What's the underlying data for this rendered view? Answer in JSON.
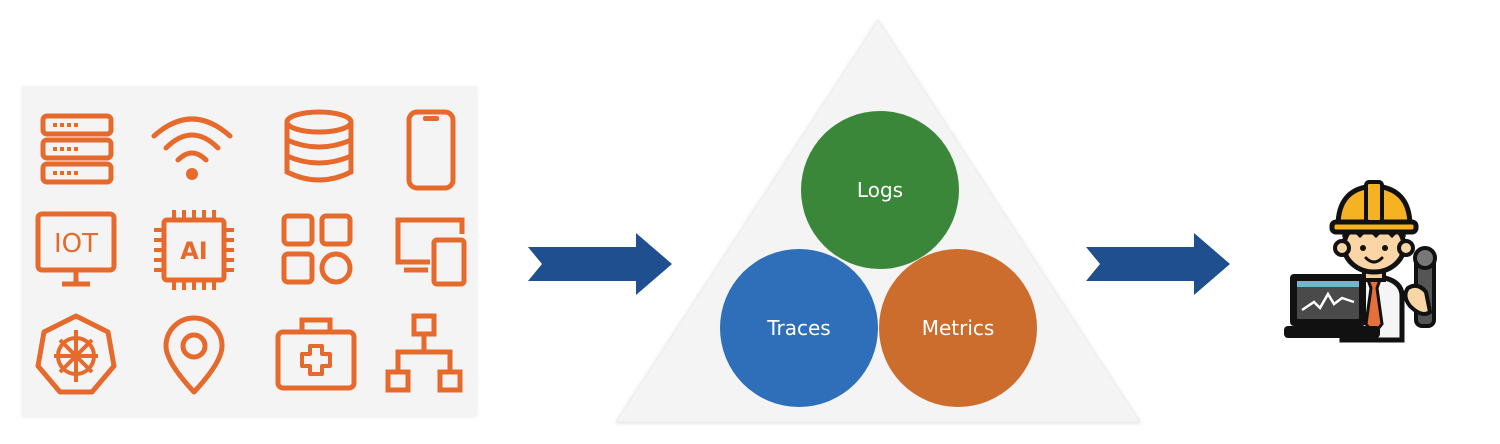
{
  "sources": {
    "iot_label": "IOT",
    "ai_label": "AI",
    "accent_color": "#e66a2c",
    "icons": [
      "server-icon",
      "wifi-icon",
      "database-icon",
      "mobile-phone-icon",
      "iot-monitor-icon",
      "ai-chip-icon",
      "apps-grid-icon",
      "devices-icon",
      "kubernetes-icon",
      "location-pin-icon",
      "medical-kit-icon",
      "network-hierarchy-icon"
    ]
  },
  "signals": {
    "logs": "Logs",
    "traces": "Traces",
    "metrics": "Metrics",
    "logs_color": "#3a873a",
    "traces_color": "#2f6fba",
    "metrics_color": "#cc6d2d"
  },
  "arrow_color": "#1f4f8f",
  "consumer": {
    "icon": "engineer-with-laptop-icon"
  }
}
